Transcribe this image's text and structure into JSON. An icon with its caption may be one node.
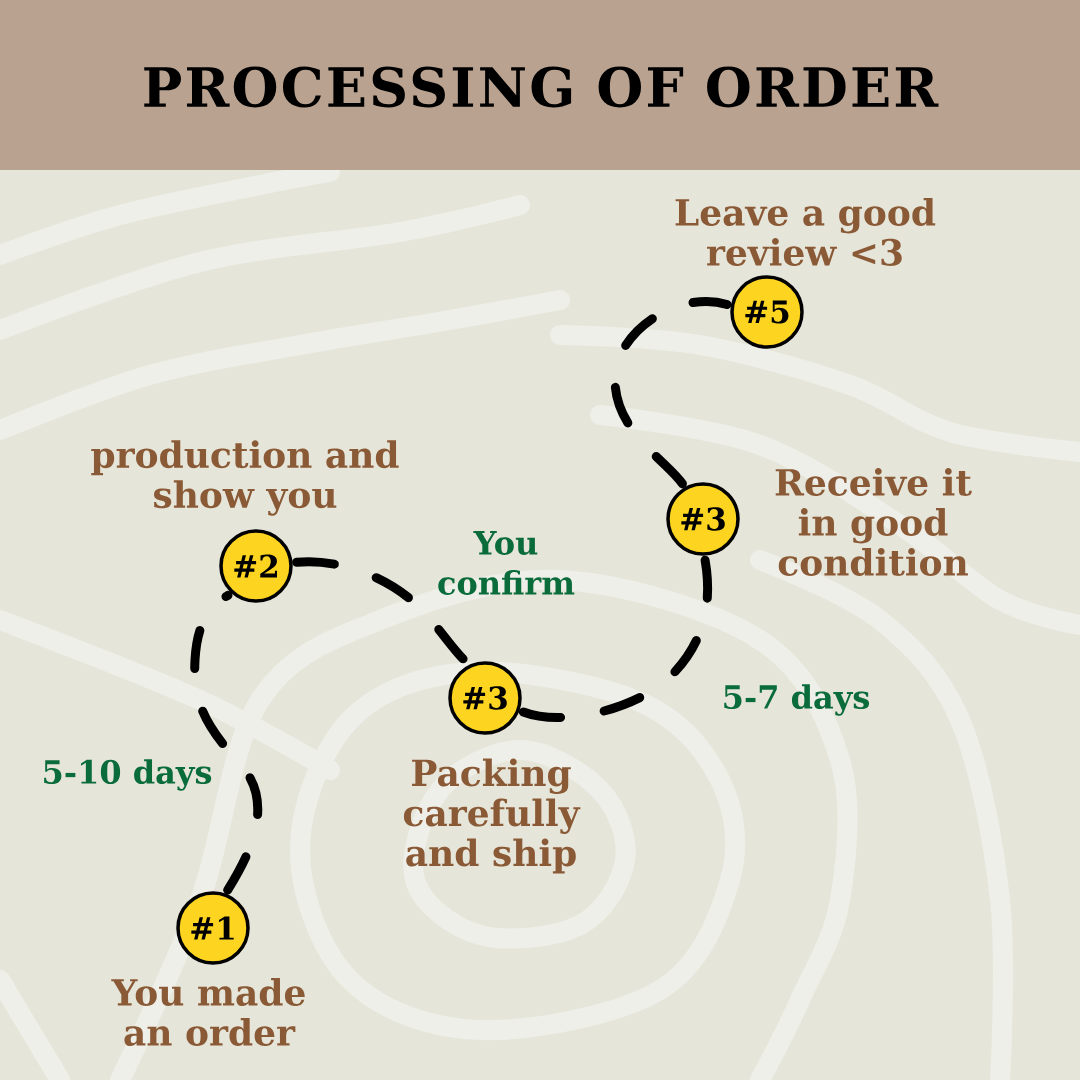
{
  "diagram": {
    "title": "PROCESSING OF ORDER",
    "nodes": [
      {
        "text": [
          "#1"
        ],
        "beside": [
          "You made an order"
        ]
      },
      {
        "text": [
          "#2"
        ],
        "beside": [
          "production and show you"
        ]
      },
      {
        "text": [
          "#3"
        ],
        "beside": [
          "Packing carefully and ship"
        ]
      },
      {
        "text": [
          "#3"
        ],
        "beside": [
          "Receive it in good condition"
        ]
      },
      {
        "text": [
          "#5"
        ],
        "beside": [
          "Leave a good review <3"
        ]
      }
    ],
    "edges": [
      {
        "from": 0,
        "to": 1,
        "arrow": "none",
        "style": "dashed",
        "label": "5-10 days"
      },
      {
        "from": 1,
        "to": 2,
        "arrow": "none",
        "style": "dashed",
        "label": "You confirm"
      },
      {
        "from": 2,
        "to": 3,
        "arrow": "none",
        "style": "dashed",
        "label": "5-7 days"
      },
      {
        "from": 3,
        "to": 4,
        "arrow": "none",
        "style": "dashed"
      }
    ]
  }
}
